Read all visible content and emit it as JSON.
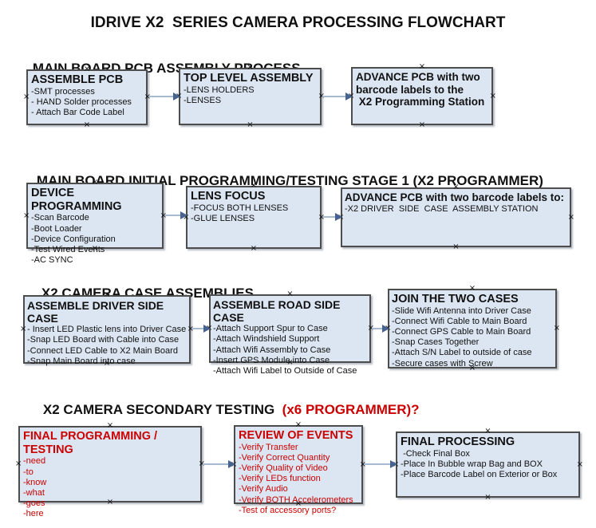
{
  "title": "IDRIVE X2  SERIES CAMERA PROCESSING FLOWCHART",
  "connection_marker": "×",
  "colors": {
    "box_fill": "#dce6f2",
    "box_border": "#4d4d4d",
    "arrow_line": "#a7b9d1",
    "arrow_head": "#46648f",
    "red_text": "#cc0000",
    "black_text": "#111111"
  },
  "sections": [
    {
      "heading": "MAIN BOARD PCB ASSEMBLY PROCESS",
      "heading_red": ""
    },
    {
      "heading": "MAIN BOARD INITIAL PROGRAMMING/TESTING STAGE 1 (X2 PROGRAMMER)",
      "heading_red": ""
    },
    {
      "heading": "X2 CAMERA CASE ASSEMBLIES",
      "heading_red": ""
    },
    {
      "heading": "X2 CAMERA SECONDARY TESTING  ",
      "heading_red": "(x6 PROGRAMMER)?"
    }
  ],
  "boxes": [
    {
      "id": "assemble-pcb",
      "title": "ASSEMBLE PCB",
      "items": [
        "-SMT processes",
        "- HAND Solder processes",
        "- Attach Bar Code Label"
      ]
    },
    {
      "id": "top-level-assembly",
      "title": "TOP LEVEL ASSEMBLY",
      "items": [
        "-LENS HOLDERS",
        "-LENSES"
      ]
    },
    {
      "id": "advance-pcb-to-programming-station",
      "title": "ADVANCE PCB with two\nbarcode labels to the\n X2 Programming Station",
      "items": []
    },
    {
      "id": "device-programming",
      "title": "DEVICE PROGRAMMING",
      "items": [
        "-Scan Barcode",
        "-Boot Loader",
        "-Device Configuration",
        "-Test Wired Events",
        "-AC SYNC"
      ]
    },
    {
      "id": "lens-focus",
      "title": "LENS FOCUS",
      "items": [
        "-FOCUS BOTH LENSES",
        "-GLUE LENSES"
      ]
    },
    {
      "id": "advance-pcb-to-driver-side",
      "title": "ADVANCE PCB with two barcode labels to:",
      "items": [
        "-X2 DRIVER  SIDE  CASE  ASSEMBLY STATION"
      ]
    },
    {
      "id": "assemble-driver-side-case",
      "title": "ASSEMBLE DRIVER SIDE CASE",
      "items": [
        "- Insert LED Plastic lens into Driver Case",
        "-Snap LED Board with Cable into Case",
        "-Connect LED Cable to X2 Main Board",
        "-Snap Main Board into case"
      ]
    },
    {
      "id": "assemble-road-side-case",
      "title": "ASSEMBLE ROAD SIDE CASE",
      "items": [
        "-Attach Support Spur to Case",
        "-Attach Windshield Support",
        "-Attach Wifi Assembly to Case",
        "-Insert GPS Module into Case",
        "-Attach Wifi Label to Outside of Case"
      ]
    },
    {
      "id": "join-the-two-cases",
      "title": "JOIN THE TWO CASES",
      "items": [
        "-Slide Wifi Antenna into Driver Case",
        "-Connect Wifi Cable to Main Board",
        "-Connect GPS Cable to Main Board",
        "-Snap Cases Together",
        "-Attach S/N Label to outside of case",
        "-Secure cases with Screw"
      ]
    },
    {
      "id": "final-programming-testing",
      "title": "FINAL PROGRAMMING / TESTING",
      "items": [
        "-need",
        "-to",
        "-know",
        "-what",
        "-goes",
        "-here"
      ]
    },
    {
      "id": "review-of-events",
      "title": "REVIEW OF EVENTS",
      "items": [
        "-Verify Transfer",
        "-Verify Correct Quantity",
        "-Verify Quality of Video",
        "-Verify LEDs function",
        "-Verify Audio",
        "-Verify BOTH Accelerometers",
        "-Test of accessory ports?"
      ]
    },
    {
      "id": "final-processing",
      "title": "FINAL PROCESSING",
      "items": [
        " -Check Final Box",
        "-Place In Bubble wrap Bag and BOX",
        "-Place Barcode Label on Exterior or Box"
      ]
    }
  ]
}
